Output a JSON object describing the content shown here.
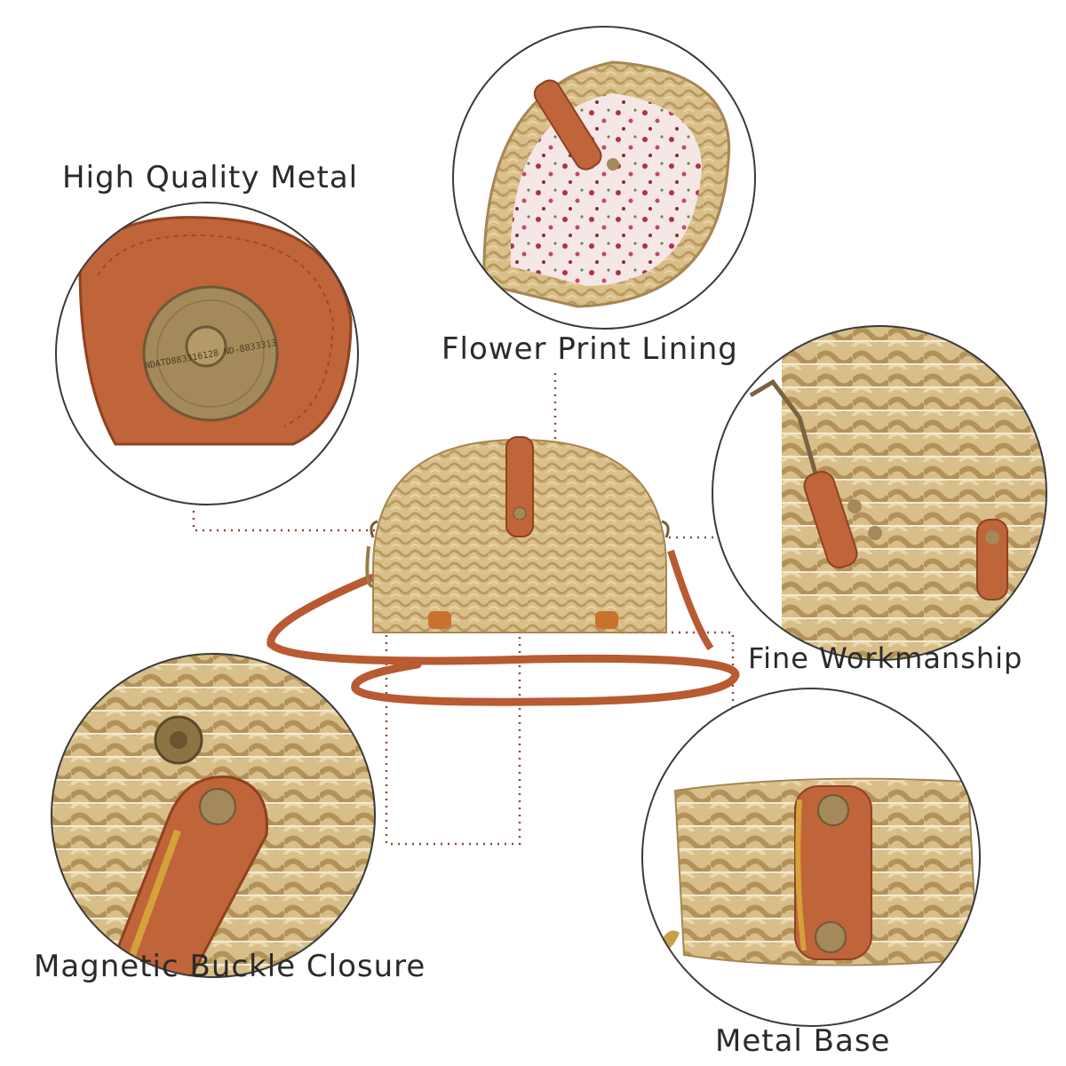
{
  "labels": {
    "high_quality_metal": "High Quality Metal",
    "flower_print_lining": "Flower Print Lining",
    "fine_workmanship": "Fine Workmanship",
    "magnetic_buckle_closure": "Magnetic Buckle Closure",
    "metal_base": "Metal Base"
  },
  "magnet_engraving": "NDATD883316128 ND-8833313",
  "colors": {
    "straw": "#d9c08a",
    "straw_dark": "#b99a5f",
    "leather": "#c0643a",
    "leather_dark": "#8e4222",
    "metal": "#a4895a",
    "leader": "#8a4a32",
    "circle_stroke": "#3a3a3a",
    "lining": "#f4e4e4",
    "flower": "#b0304a"
  }
}
